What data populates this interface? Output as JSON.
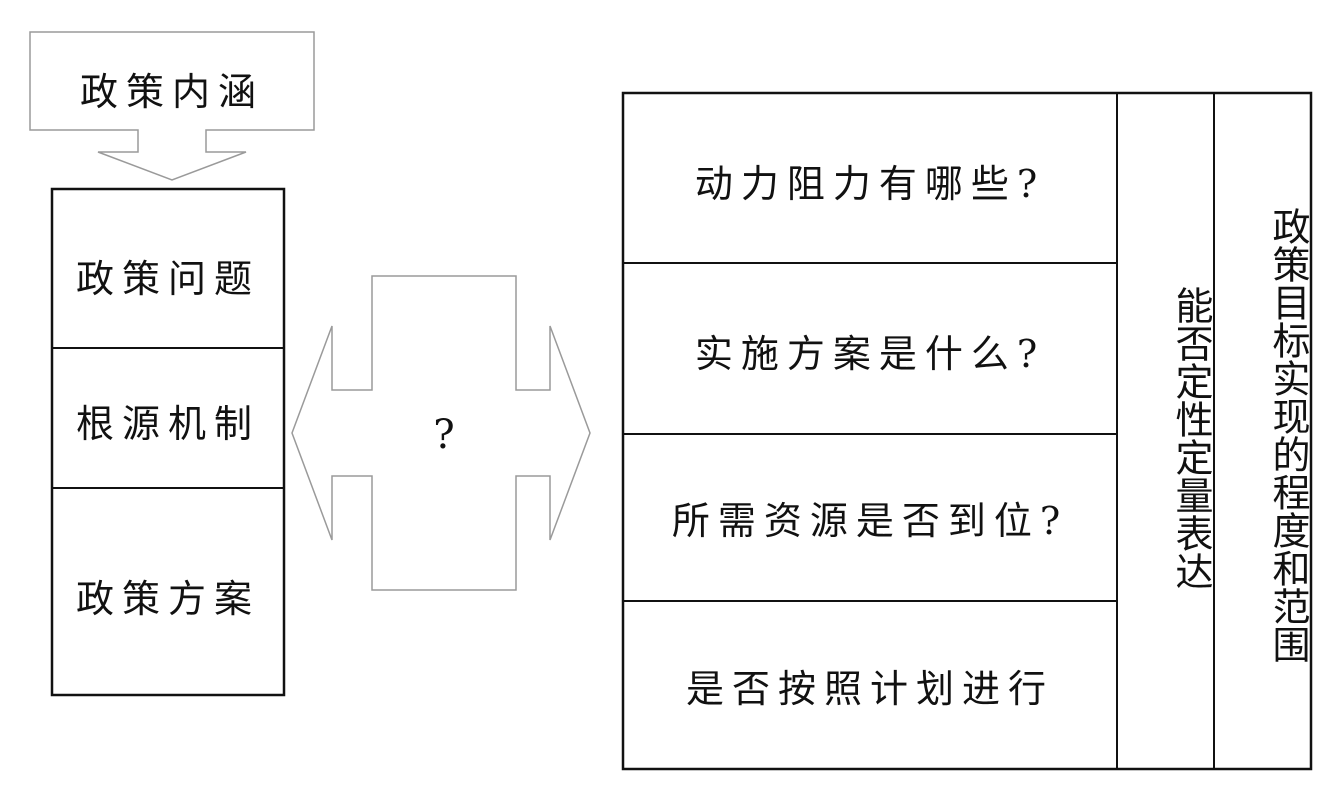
{
  "top_arrow": {
    "label": "政策内涵"
  },
  "left_stack": {
    "items": [
      {
        "label": "政策问题"
      },
      {
        "label": "根源机制"
      },
      {
        "label": "政策方案"
      }
    ]
  },
  "center_arrow": {
    "label": "?"
  },
  "right_table": {
    "rows": [
      {
        "label": "动力阻力有哪些?"
      },
      {
        "label": "实施方案是什么?"
      },
      {
        "label": "所需资源是否到位?"
      },
      {
        "label": "是否按照计划进行"
      }
    ],
    "middle_column": {
      "label": "能否定性定量表达"
    },
    "right_column": {
      "label": "政策目标实现的程度和范围"
    }
  }
}
